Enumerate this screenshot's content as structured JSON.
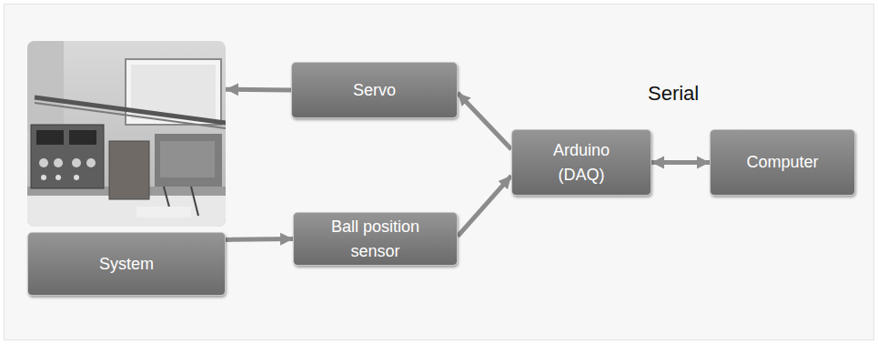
{
  "diagram": {
    "nodes": [
      {
        "text": [
          "System"
        ]
      },
      {
        "text": [
          "Servo"
        ]
      },
      {
        "text": [
          "Ball position sensor"
        ]
      },
      {
        "text": [
          "Arduino (DAQ)"
        ]
      },
      {
        "text": [
          "Computer"
        ]
      }
    ],
    "edges": [
      {
        "from": 1,
        "to": 0,
        "arrow": "to"
      },
      {
        "from": 0,
        "to": 2,
        "arrow": "to"
      },
      {
        "from": 3,
        "to": 1,
        "arrow": "to"
      },
      {
        "from": 2,
        "to": 3,
        "arrow": "to"
      },
      {
        "from": 3,
        "to": 4,
        "arrow": "both"
      }
    ],
    "labels": [
      "Serial"
    ]
  }
}
